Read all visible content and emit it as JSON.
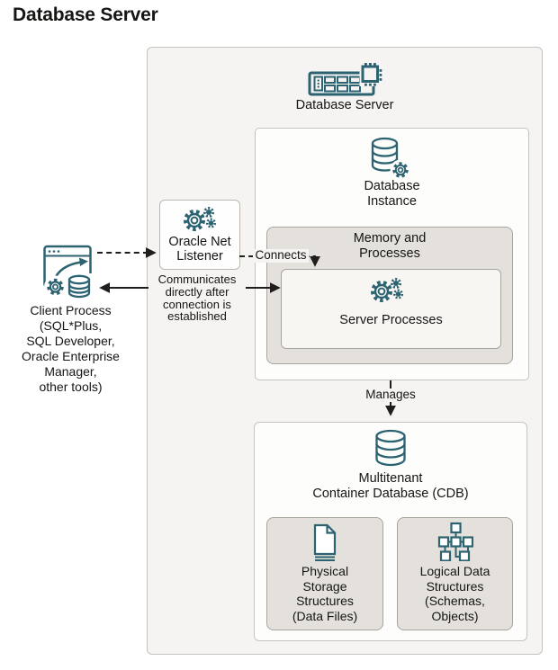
{
  "title": "Database Server",
  "colors": {
    "icon_teal": "#2d6271",
    "outer_fill": "#f5f4f2",
    "gray_fill": "#e4e1dc",
    "white_fill": "#fdfdfc",
    "box_border": "#c6c2bc",
    "gray_border": "#a9a49c",
    "text": "#161513",
    "arrow": "#1f1e1c"
  },
  "icons": {
    "server": "server-rack-chip-icon",
    "database_instance": "database-cylinder-gear-icon",
    "listener": "gears-icon",
    "server_processes": "gears-icon",
    "client": "client-browser-gear-database-icon",
    "cdb": "database-cylinder-icon",
    "physical": "data-file-icon",
    "logical": "schema-objects-tree-icon"
  },
  "outer_box": {
    "label": "Database Server"
  },
  "client": {
    "label_lines": [
      "Client Process",
      "(SQL*Plus,",
      "SQL Developer,",
      "Oracle Enterprise",
      "Manager,",
      "other tools)"
    ]
  },
  "listener": {
    "label_lines": [
      "Oracle Net",
      "Listener"
    ]
  },
  "database_instance": {
    "label_lines": [
      "Database",
      "Instance"
    ]
  },
  "memory_processes": {
    "label_lines": [
      "Memory and",
      "Processes"
    ]
  },
  "server_processes": {
    "label": "Server Processes"
  },
  "cdb": {
    "label_lines": [
      "Multitenant",
      "Container Database (CDB)"
    ]
  },
  "physical_storage": {
    "label_lines": [
      "Physical",
      "Storage",
      "Structures",
      "(Data Files)"
    ]
  },
  "logical_data": {
    "label_lines": [
      "Logical Data",
      "Structures",
      "(Schemas,",
      "Objects)"
    ]
  },
  "edge_labels": {
    "connects": "Connects",
    "manages": "Manages",
    "communicates_lines": [
      "Communicates",
      "directly after",
      "connection is",
      "established"
    ]
  }
}
